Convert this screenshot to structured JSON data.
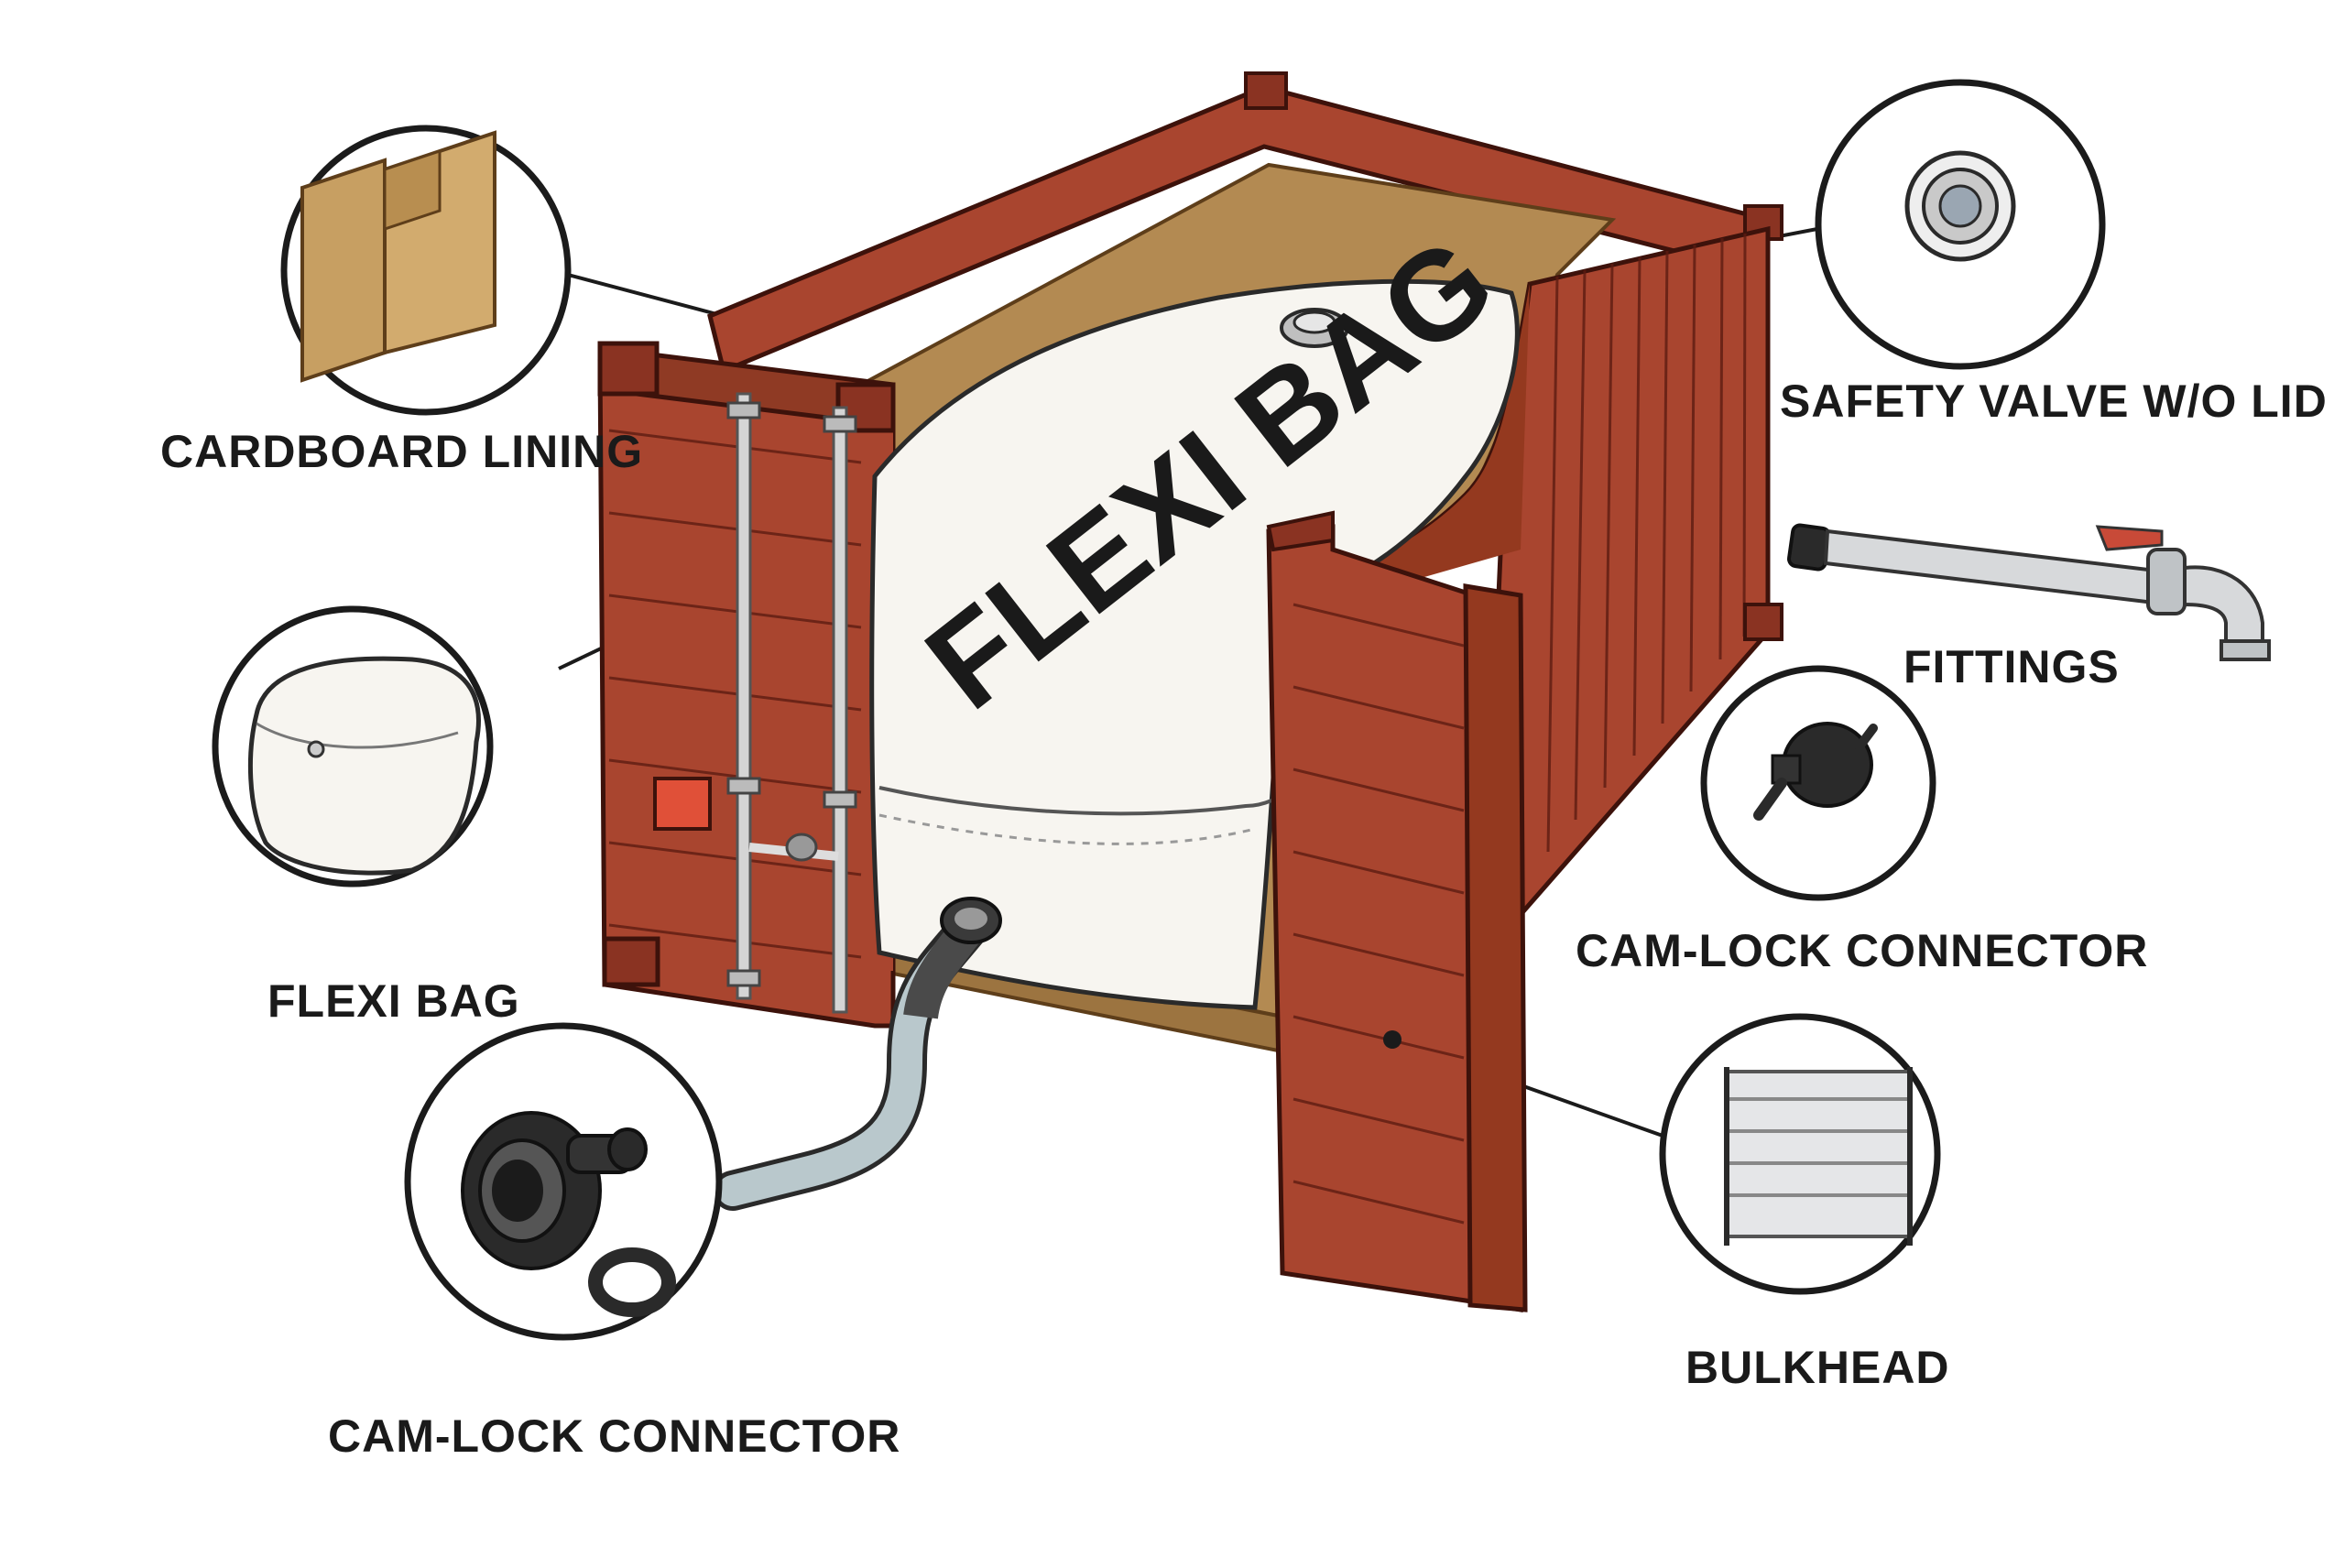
{
  "diagram": {
    "bag_print": "FLEXI BAG",
    "callouts": {
      "cardboard_lining": "CARDBOARD LINING",
      "flexi_bag": "FLEXI BAG",
      "cam_lock_left": "CAM-LOCK CONNECTOR",
      "safety_valve": "SAFETY VALVE W/O LID",
      "fittings": "FITTINGS",
      "cam_lock_right": "CAM-LOCK CONNECTOR",
      "bulkhead": "BULKHEAD"
    }
  },
  "colors": {
    "container": "#a9452f",
    "container_dark": "#7a2a1c",
    "lining": "#b38a52",
    "bag": "#f7f5f0",
    "connector": "#2a2a2a",
    "text": "#1a1a1a"
  },
  "icons": [
    "cardboard-icon",
    "flexi-bag-icon",
    "cam-lock-icon",
    "safety-valve-icon",
    "fittings-icon",
    "bulkhead-icon"
  ]
}
